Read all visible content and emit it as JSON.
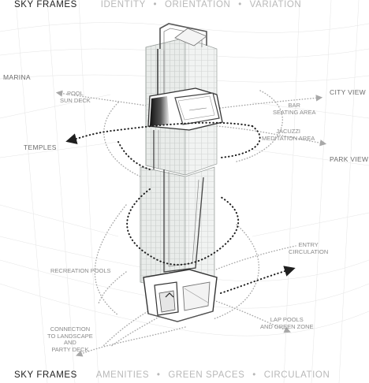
{
  "header_top": {
    "title": "SKY FRAMES",
    "items": [
      "IDENTITY",
      "ORIENTATION",
      "VARIATION"
    ],
    "separator": "•"
  },
  "header_bottom": {
    "title": "SKY FRAMES",
    "items": [
      "AMENITIES",
      "GREEN SPACES",
      "CIRCULATION"
    ],
    "separator": "•"
  },
  "labels": {
    "marina": "MARINA",
    "temples": "TEMPLES",
    "city_view": "CITY VIEW",
    "park_view": "PARK VIEW",
    "pool_sun_deck": [
      "POOL",
      "SUN DECK"
    ],
    "bar_seating": [
      "BAR",
      "SEATING AREA"
    ],
    "jacuzzi": [
      "JACUZZI",
      "MEDITATION AREA"
    ],
    "entry_circulation": [
      "ENTRY",
      "CIRCULATION"
    ],
    "recreation_pools": "RECREATION POOLS",
    "connection": [
      "CONNECTION",
      "TO LANDSCAPE",
      "AND",
      "PARTY DECK"
    ],
    "lap_pools": [
      "LAP POOLS",
      "AND GREEN ZONE"
    ]
  },
  "colors": {
    "ink": "#1f1f1f",
    "muted": "#b8b8b8",
    "label": "#8a8a8a",
    "tower_fill": "#eceeed",
    "dotted": "#a0a0a0"
  }
}
